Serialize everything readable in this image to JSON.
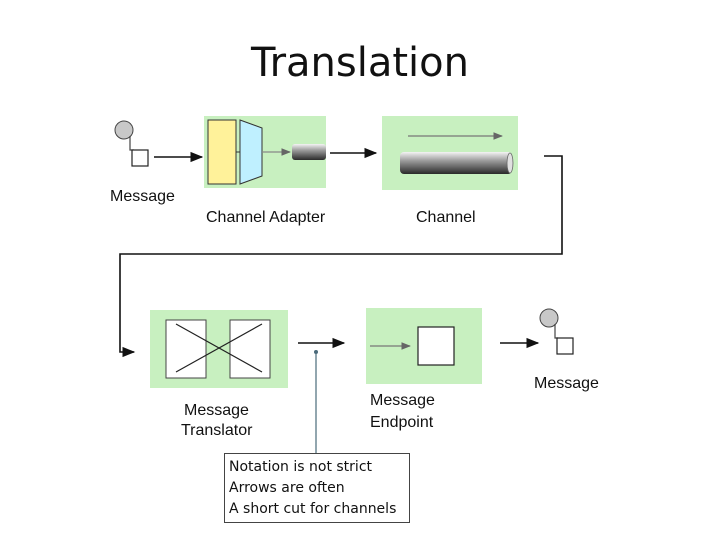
{
  "title": "Translation",
  "labels": {
    "message_in": "Message",
    "channel_adapter": "Channel Adapter",
    "channel": "Channel",
    "message_translator_line1": "Message",
    "message_translator_line2": "Translator",
    "message_endpoint_line1": "Message",
    "message_endpoint_line2": "Endpoint",
    "message_out": "Message"
  },
  "note": {
    "lines": [
      "Notation is not strict",
      "Arrows are often",
      "A short cut for channels"
    ]
  },
  "colors": {
    "panel_green": "#c8f0c0",
    "adapter_yellow": "#fff29a",
    "adapter_cyan": "#bff0ff",
    "arrow": "#111111"
  }
}
